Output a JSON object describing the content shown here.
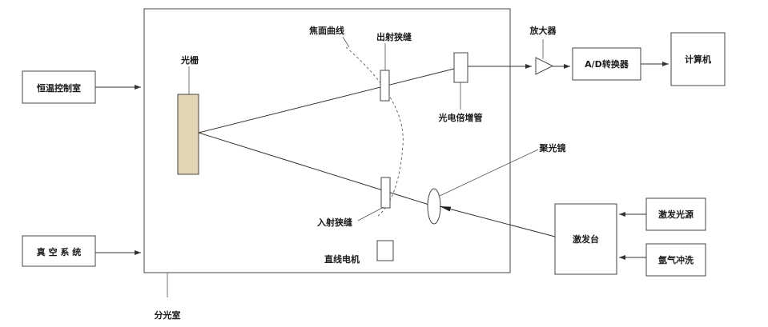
{
  "labels": {
    "thermostat_room": "恒温控制室",
    "vacuum_system": "真 空 系 统",
    "spectrometer_room": "分光室",
    "grating": "光栅",
    "focal_curve": "焦面曲线",
    "exit_slit": "出射狭缝",
    "photomultiplier": "光电倍增管",
    "amplifier": "放大器",
    "ad_converter": "A/D转换器",
    "computer": "计算机",
    "condenser_lens": "聚光镜",
    "entrance_slit": "入射狭缝",
    "linear_motor": "直线电机",
    "excitation_stage": "激发台",
    "excitation_source": "激发光源",
    "argon_flush": "氩气冲洗"
  }
}
